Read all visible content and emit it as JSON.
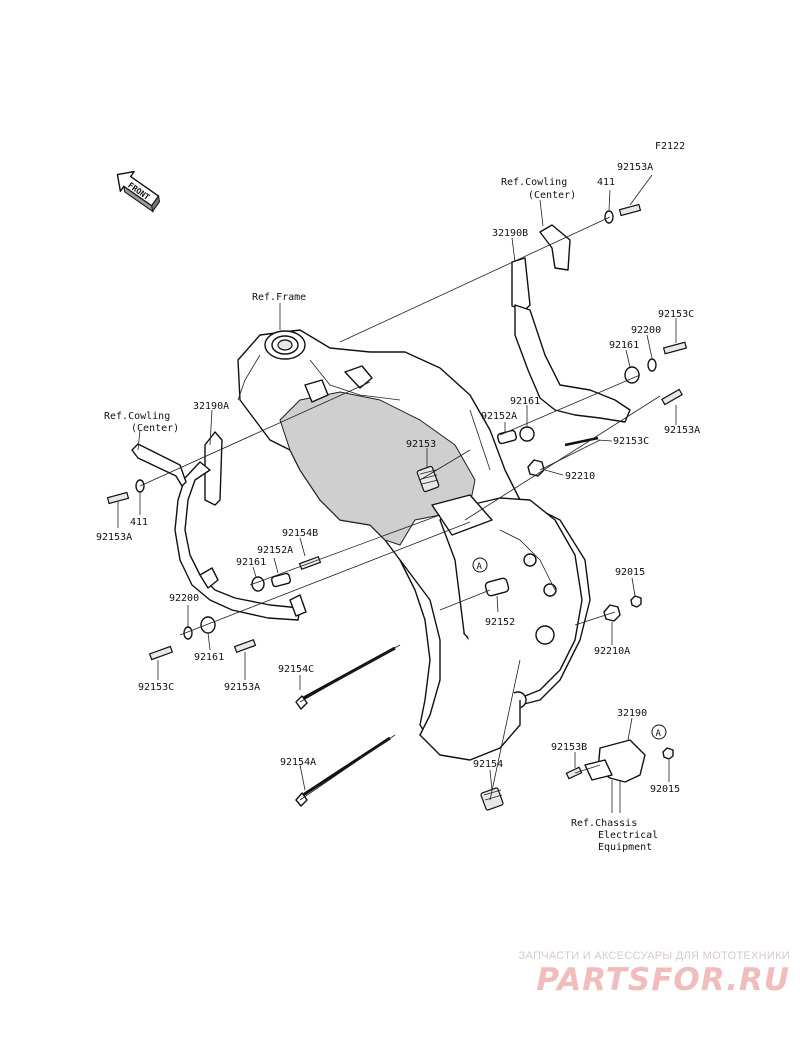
{
  "diagram": {
    "code": "F2122",
    "front_label": "FRONT",
    "refs": {
      "cowling_center_top_1": "Ref.Cowling",
      "cowling_center_top_2": "(Center)",
      "frame": "Ref.Frame",
      "cowling_center_left_1": "Ref.Cowling",
      "cowling_center_left_2": "(Center)",
      "chassis_1": "Ref.Chassis",
      "chassis_2": "Electrical",
      "chassis_3": "Equipment"
    },
    "callout_a": "A",
    "parts": {
      "p411_top": "411",
      "p92153a_top": "92153A",
      "p32190b": "32190B",
      "p92153c_right": "92153C",
      "p92200_right": "92200",
      "p92161_right": "92161",
      "p92152a_right": "92152A",
      "p92161_mid": "92161",
      "p92153a_right": "92153A",
      "p92153c_mid": "92153C",
      "p92153": "92153",
      "p92210": "92210",
      "p32190a": "32190A",
      "p411_left": "411",
      "p92153a_left": "92153A",
      "p92154b": "92154B",
      "p92152a_left": "92152A",
      "p92161_left_a": "92161",
      "p92200_left": "92200",
      "p92161_left_b": "92161",
      "p92153c_left": "92153C",
      "p92153a_left_b": "92153A",
      "p92154c": "92154C",
      "p92152": "92152",
      "p92015_top": "92015",
      "p92210a": "92210A",
      "p32190": "32190",
      "p92153b": "92153B",
      "p92015_bot": "92015",
      "p92154a": "92154A",
      "p92154": "92154"
    }
  },
  "watermark": {
    "tagline": "ЗАПЧАСТИ И АКСЕССУАРЫ ДЛЯ МОТОТЕХНИКИ",
    "brand": "PARTSFOR.RU"
  }
}
